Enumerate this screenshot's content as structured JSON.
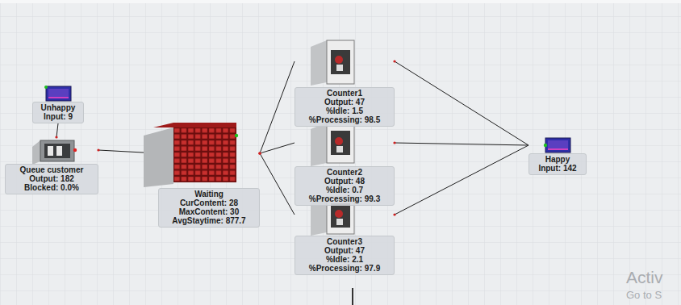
{
  "diagram": {
    "nodes": [
      {
        "text": [
          "Unhappy",
          "Input: 9"
        ]
      },
      {
        "text": [
          "Queue customer",
          "Output: 182",
          "Blocked: 0.0%"
        ]
      },
      {
        "text": [
          "Waiting",
          "CurContent: 28",
          "MaxContent: 30",
          "AvgStaytime: 877.7"
        ]
      },
      {
        "text": [
          "Counter1",
          "Output: 47",
          "%Idle: 1.5",
          "%Processing: 98.5"
        ]
      },
      {
        "text": [
          "Counter2",
          "Output: 48",
          "%Idle: 0.7",
          "%Processing: 99.3"
        ]
      },
      {
        "text": [
          "Counter3",
          "Output: 47",
          "%Idle: 2.1",
          "%Processing: 97.9"
        ]
      },
      {
        "text": [
          "Happy",
          "Input: 142"
        ]
      }
    ],
    "edges": [
      {
        "from": 1,
        "to": 0,
        "arrow": "none"
      },
      {
        "from": 1,
        "to": 2,
        "arrow": "none"
      },
      {
        "from": 2,
        "to": 3,
        "arrow": "none"
      },
      {
        "from": 2,
        "to": 4,
        "arrow": "none"
      },
      {
        "from": 2,
        "to": 5,
        "arrow": "none"
      },
      {
        "from": 3,
        "to": 6,
        "arrow": "none"
      },
      {
        "from": 4,
        "to": 6,
        "arrow": "none"
      },
      {
        "from": 5,
        "to": 6,
        "arrow": "none"
      }
    ],
    "labels": [
      "Activ",
      "Go to S"
    ]
  }
}
